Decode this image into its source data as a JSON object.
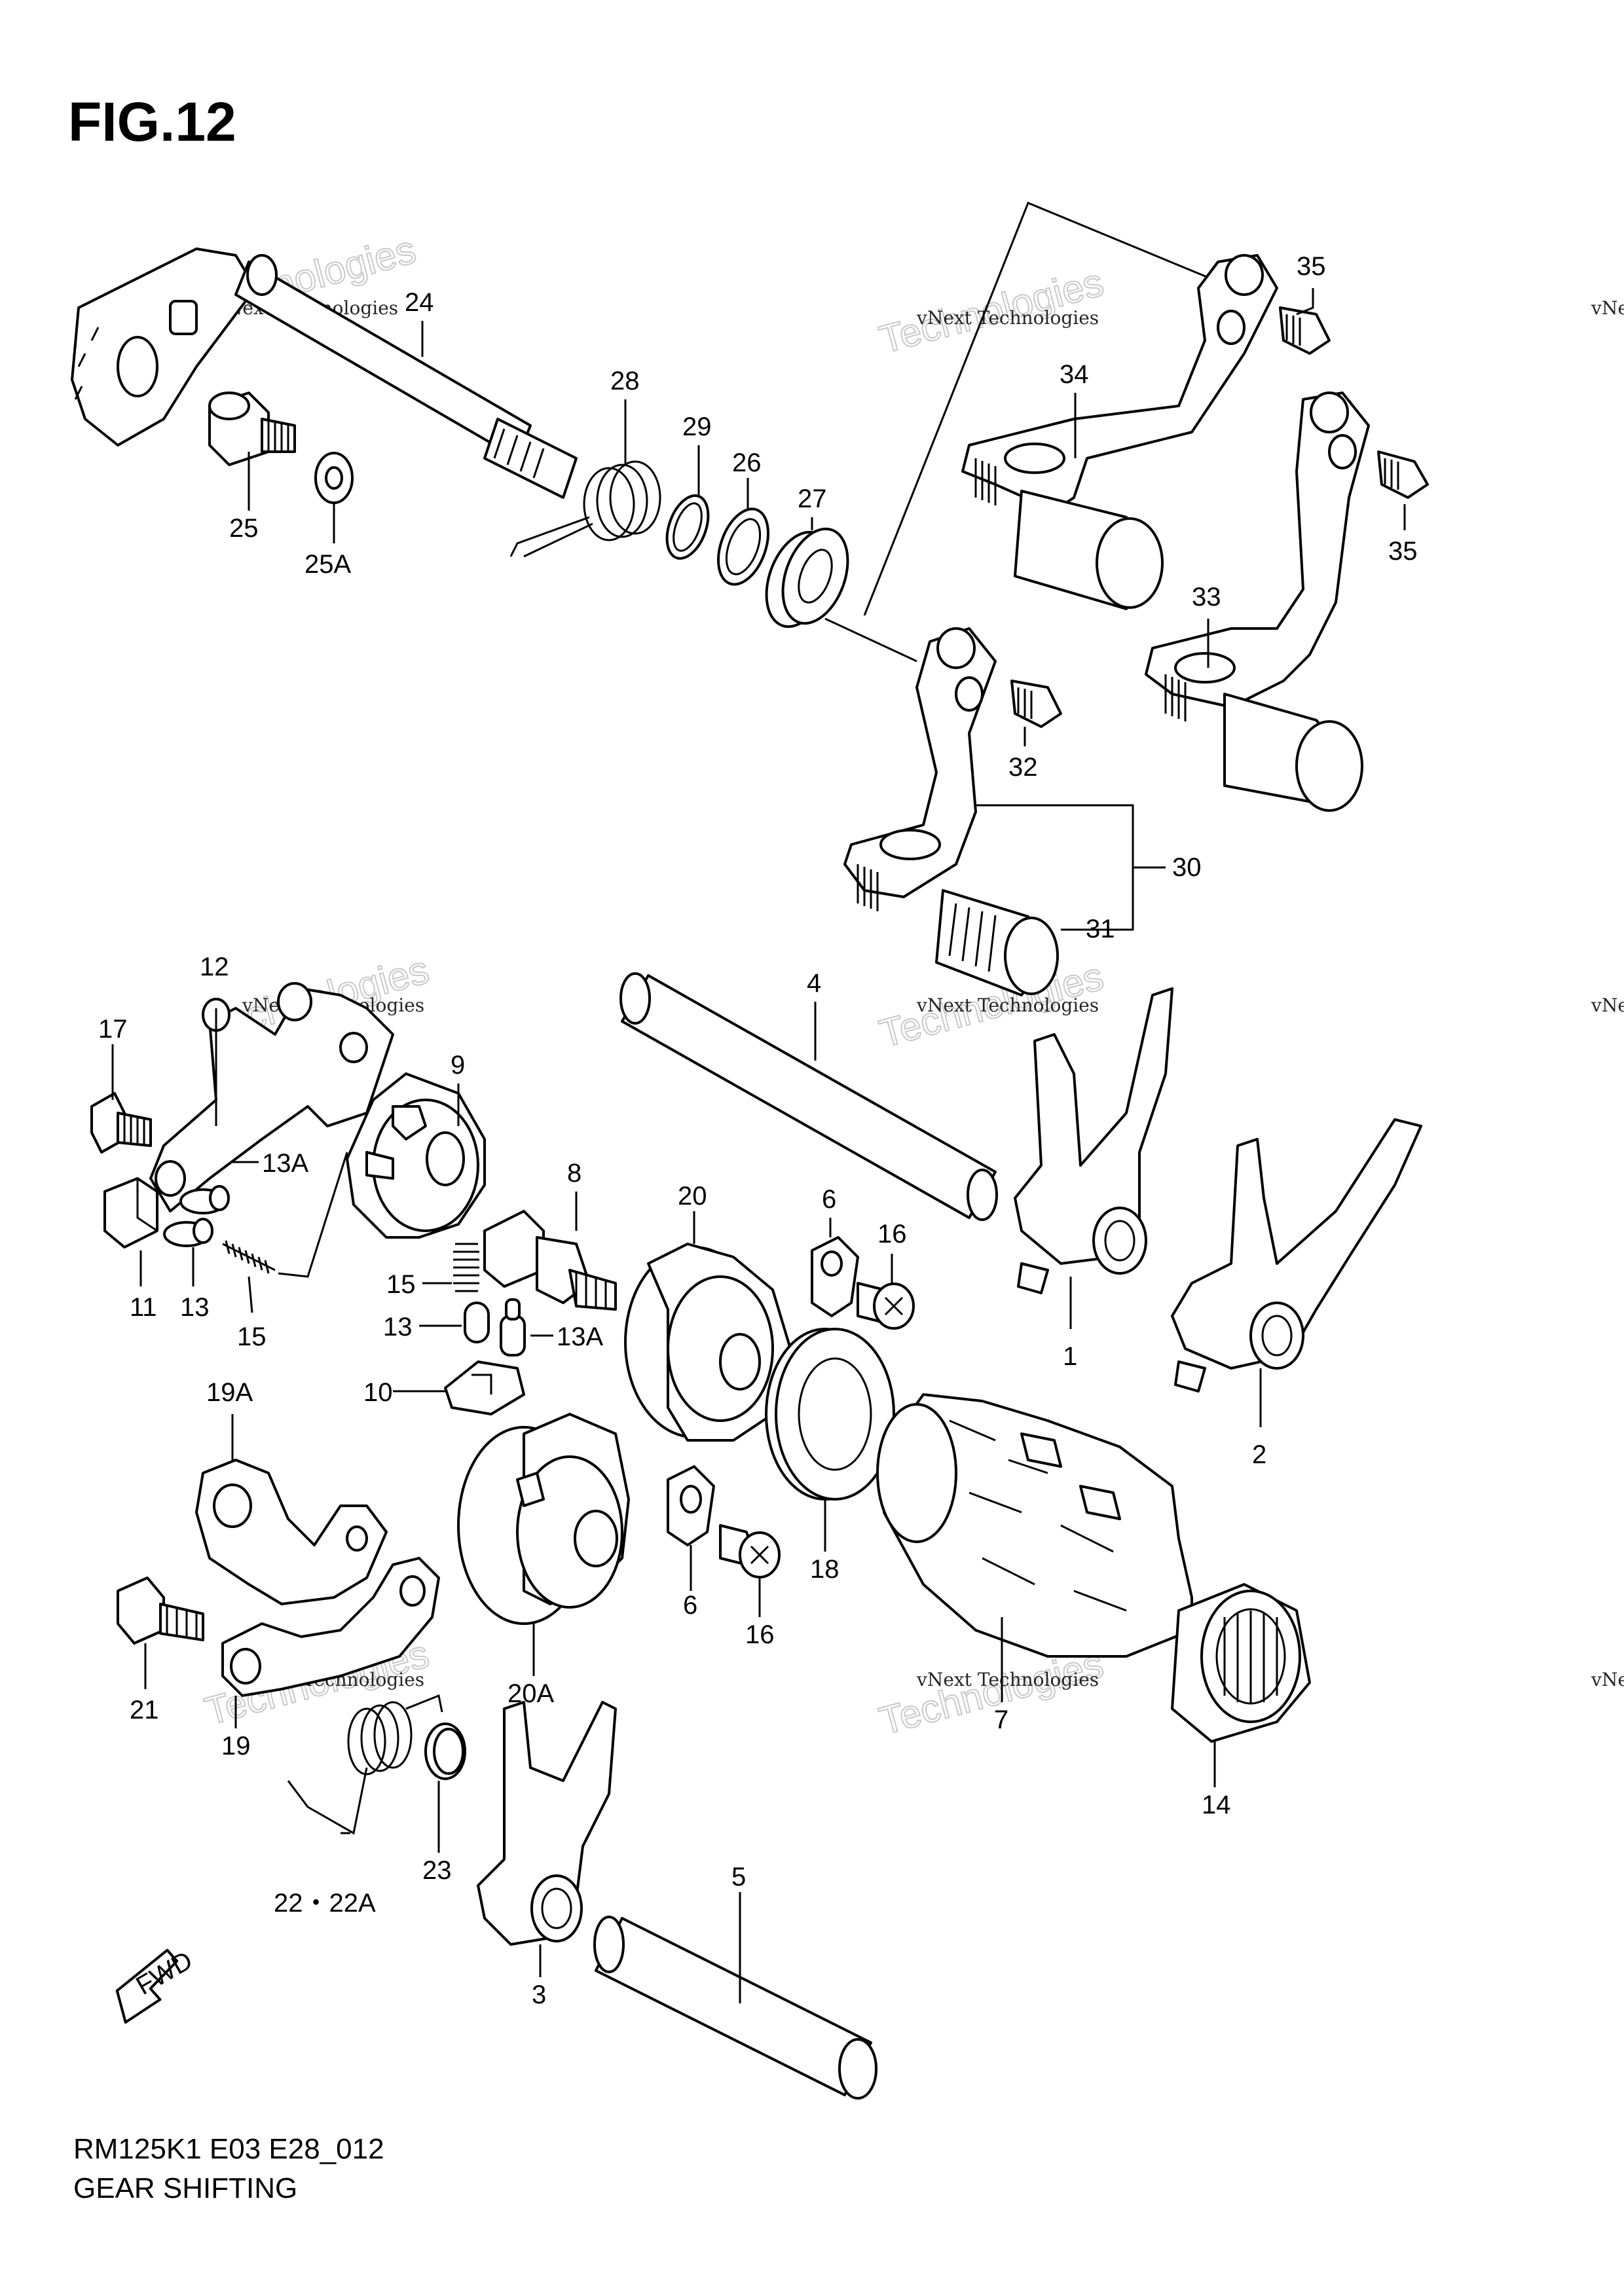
{
  "figure": {
    "title": "FIG.12",
    "model_code": "RM125K1 E03 E28_012",
    "caption": "GEAR SHIFTING"
  },
  "watermark": {
    "line1": "vNext Technologies",
    "line2": "Technologies",
    "line3": "vNext"
  },
  "fwd_label": "FWD",
  "labels": {
    "p1": "1",
    "p2": "2",
    "p3": "3",
    "p4": "4",
    "p5": "5",
    "p6a": "6",
    "p6b": "6",
    "p7": "7",
    "p8": "8",
    "p9": "9",
    "p10": "10",
    "p11": "11",
    "p12": "12",
    "p13a": "13",
    "p13b": "13",
    "p13A_a": "13A",
    "p13A_b": "13A",
    "p14": "14",
    "p15a": "15",
    "p15b": "15",
    "p16a": "16",
    "p16b": "16",
    "p17": "17",
    "p18": "18",
    "p19": "19",
    "p19A": "19A",
    "p20": "20",
    "p20A": "20A",
    "p21": "21",
    "p22": "22・22A",
    "p23": "23",
    "p24": "24",
    "p25": "25",
    "p25A": "25A",
    "p26": "26",
    "p27": "27",
    "p28": "28",
    "p29": "29",
    "p30": "30",
    "p31": "31",
    "p32": "32",
    "p33": "33",
    "p34": "34",
    "p35a": "35",
    "p35b": "35"
  }
}
